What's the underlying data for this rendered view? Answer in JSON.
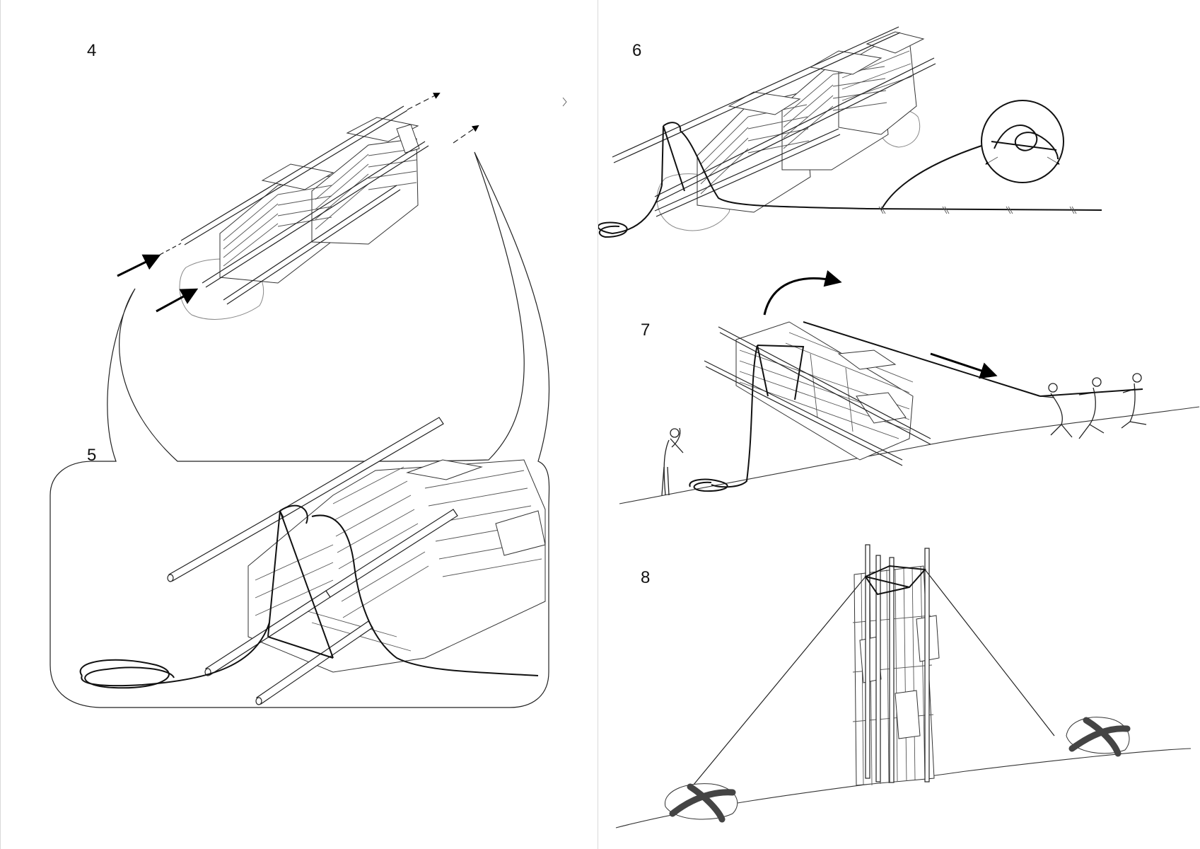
{
  "steps": [
    {
      "number": "4"
    },
    {
      "number": "5"
    },
    {
      "number": "6"
    },
    {
      "number": "7"
    },
    {
      "number": "8"
    }
  ],
  "colors": {
    "line": "#222222",
    "rope": "#111111",
    "strap": "#444444",
    "rock": "#888888",
    "background": "#ffffff"
  },
  "icons": [
    "arrow-icon",
    "knot-detail-icon",
    "rotation-arrow-icon",
    "pull-direction-arrow-icon"
  ]
}
